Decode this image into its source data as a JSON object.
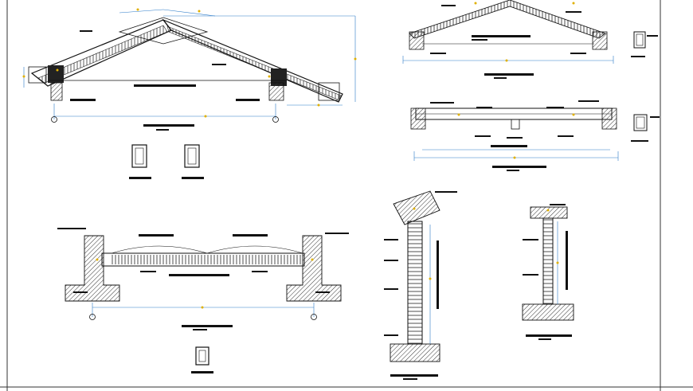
{
  "sheet": {
    "background": "#ffffff",
    "line_color": "#111111",
    "dimension_color": "#2a7ac8",
    "marker_color": "#e0b000",
    "hatch_color": "#222222"
  },
  "drawings": [
    {
      "id": "roof-truss-section-large",
      "kind": "pitched-roof-section"
    },
    {
      "id": "roof-truss-section-small",
      "kind": "pitched-roof-section"
    },
    {
      "id": "floor-beam-section-upper",
      "kind": "beam-section"
    },
    {
      "id": "foundation-beam-section",
      "kind": "foundation-section"
    },
    {
      "id": "column-section-tall",
      "kind": "column-section"
    },
    {
      "id": "column-section-short",
      "kind": "column-section"
    },
    {
      "id": "rebar-detail-1",
      "kind": "rebar-detail"
    },
    {
      "id": "rebar-detail-2",
      "kind": "rebar-detail"
    },
    {
      "id": "rebar-detail-3",
      "kind": "rebar-detail"
    },
    {
      "id": "rebar-detail-4",
      "kind": "rebar-detail"
    },
    {
      "id": "rebar-detail-5",
      "kind": "rebar-detail"
    }
  ]
}
